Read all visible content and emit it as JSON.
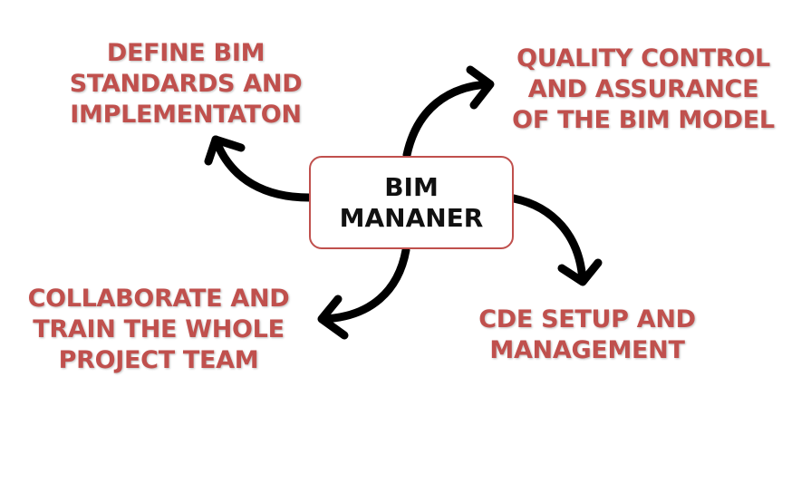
{
  "center": {
    "lines": [
      "BIM",
      "MANANER"
    ]
  },
  "nodes": [
    {
      "id": "top-left",
      "lines": [
        "DEFINE BIM",
        "STANDARDS AND",
        "IMPLEMENTATON"
      ]
    },
    {
      "id": "top-right",
      "lines": [
        "QUALITY CONTROL",
        "AND ASSURANCE",
        "OF THE BIM MODEL"
      ]
    },
    {
      "id": "bottom-left",
      "lines": [
        "COLLABORATE AND",
        "TRAIN THE WHOLE",
        "PROJECT TEAM"
      ]
    },
    {
      "id": "bottom-right",
      "lines": [
        "CDE SETUP AND",
        "MANAGEMENT"
      ]
    }
  ],
  "colors": {
    "accent": "#c0504d",
    "arrow": "#000000",
    "center_text": "#111111"
  }
}
